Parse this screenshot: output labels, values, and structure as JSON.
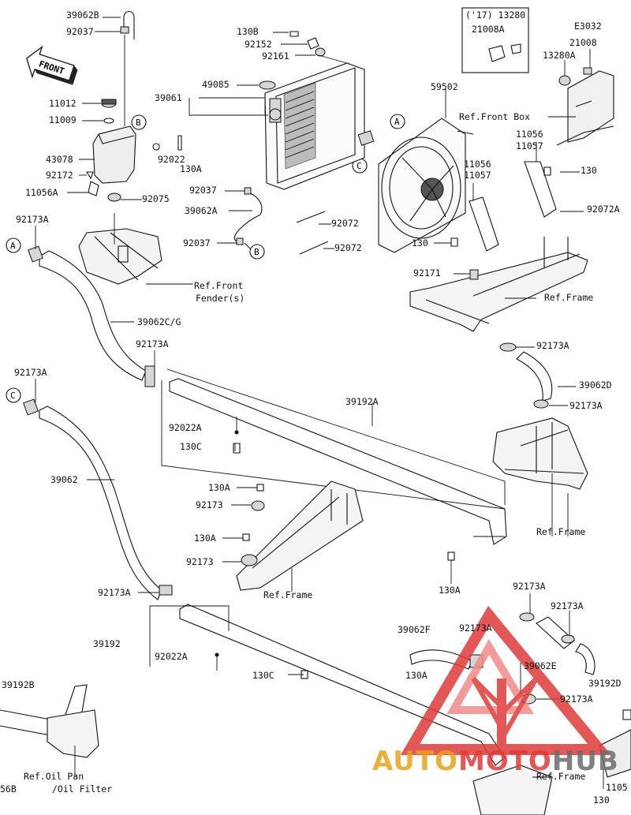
{
  "labels": {
    "p39062B": "39062B",
    "p92037a": "92037",
    "p11012": "11012",
    "p11009": "11009",
    "p43078": "43078",
    "p92172": "92172",
    "p11056A_l": "11056A",
    "p92022_t": "92022",
    "p130A_t": "130A",
    "p92075": "92075",
    "p92173A_1": "92173A",
    "p130B": "130B",
    "p92152": "92152",
    "p92161": "92161",
    "p49085": "49085",
    "p39061": "39061",
    "p92037b": "92037",
    "p39062A": "39062A",
    "p92037c": "92037",
    "p92072a": "92072",
    "p92072b": "92072",
    "p17_13280": "('17) 13280",
    "p21008A": "21008A",
    "pE3032": "E3032",
    "p21008": "21008",
    "p13280A": "13280A",
    "p59502": "59502",
    "refFrontBox": "Ref.Front Box",
    "p11056_r": "11056",
    "p11057_r": "11057",
    "p130_r": "130",
    "p11056_m": "11056",
    "p11057_m": "11057",
    "p92072A": "92072A",
    "p130_m": "130",
    "p92171": "92171",
    "refFrame1": "Ref.Frame",
    "refFrontFender1": "Ref.Front",
    "refFrontFender2": "Fender(s)",
    "p39062CG": "39062C/G",
    "p92173A_2": "92173A",
    "p92173A_3": "92173A",
    "p39062D": "39062D",
    "p92173A_4": "92173A",
    "p39192a": "39192A",
    "p92022A_1": "92022A",
    "p130C_1": "130C",
    "p39062": "39062",
    "p130A_2": "130A",
    "p92173_1": "92173",
    "p130A_3": "130A",
    "p92173_2": "92173",
    "refFrame2": "Ref.Frame",
    "refFrame3": "Ref.Frame",
    "p130A_4": "130A",
    "p92173A_5": "92173A",
    "p92173A_6": "92173A",
    "p92173A_7": "92173A",
    "p39062F": "39062F",
    "p92173A_8": "92173A",
    "p130A_5": "130A",
    "p39062E": "39062E",
    "p92173A_9": "92173A",
    "p39192": "39192",
    "p92022A_2": "92022A",
    "p130C_2": "130C",
    "p39192B": "39192B",
    "p39192D": "39192D",
    "refOilPan1": "Ref.Oil Pan",
    "refOilPan2": "/Oil Filter",
    "refFrame4": "Ref.Frame",
    "p130_b": "130",
    "p1105": "1105",
    "p56B": "56B"
  },
  "callouts": {
    "A": "A",
    "B": "B",
    "C": "C"
  },
  "front_label": "FRONT",
  "watermark": {
    "auto": "AUTO",
    "moto": "MOTO",
    "hub": "HUB",
    "accent": "#f08a8a",
    "red": "#e03a3a",
    "gold": "#e8a21a",
    "gray": "#6c6c6c"
  }
}
